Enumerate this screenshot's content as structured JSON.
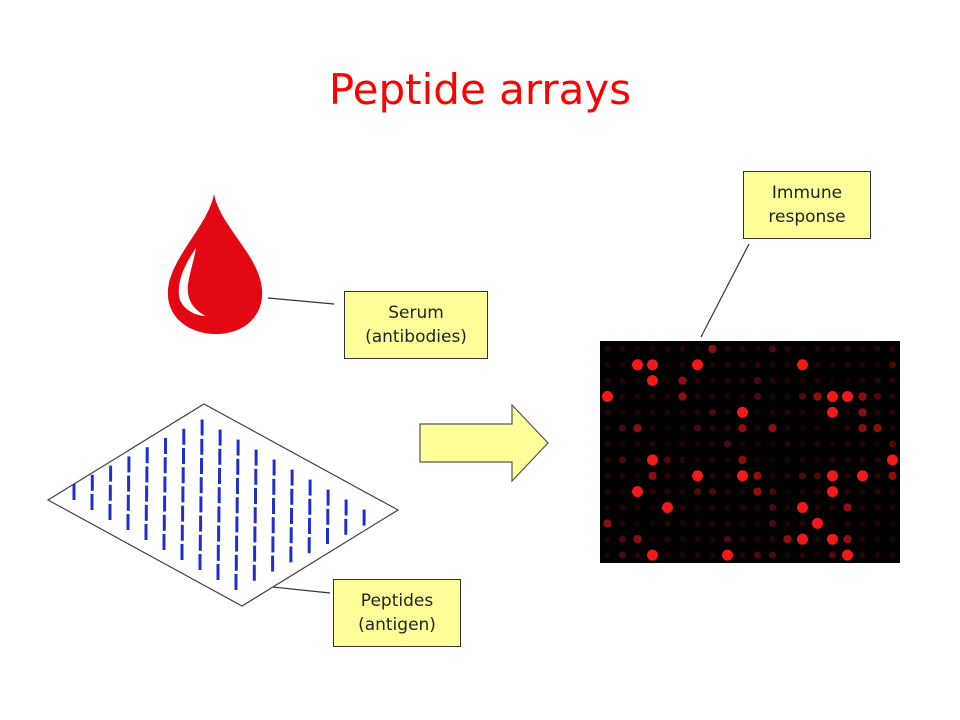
{
  "title": "Peptide arrays",
  "colors": {
    "title": "#ff0000",
    "blood": "#e30613",
    "peptide": "#1f2fcf",
    "callout_fill": "#ffff99",
    "arrow_fill": "#ffff99",
    "spot_red": "#ff1a1a",
    "array_background": "#000000"
  },
  "labels": {
    "serum": [
      "Serum",
      "(antibodies)"
    ],
    "peptides": [
      "Peptides",
      "(antigen)"
    ],
    "immune": [
      "Immune",
      "response"
    ]
  },
  "icons": {
    "blood_drop": "blood-drop-icon",
    "arrow": "arrow-right-icon"
  }
}
